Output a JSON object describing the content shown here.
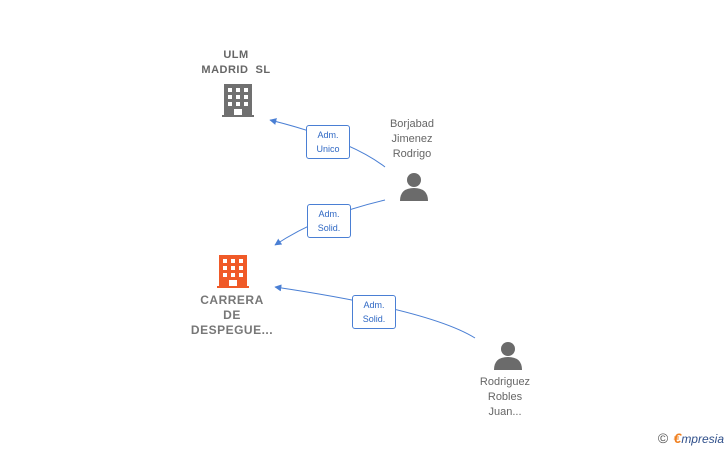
{
  "nodes": {
    "ulm": {
      "label_lines": [
        "ULM",
        "MADRID  SL"
      ],
      "color": "#707070"
    },
    "carrera": {
      "label_lines": [
        "CARRERA",
        "DE",
        "DESPEGUE..."
      ],
      "color": "#f05a28"
    },
    "borjabad": {
      "label_lines": [
        "Borjabad",
        "Jimenez",
        "Rodrigo"
      ],
      "color": "#6b6b6b"
    },
    "rodriguez": {
      "label_lines": [
        "Rodriguez",
        "Robles",
        "Juan..."
      ],
      "color": "#6b6b6b"
    }
  },
  "edges": [
    {
      "label_lines": [
        "Adm.",
        "Unico"
      ]
    },
    {
      "label_lines": [
        "Adm.",
        "Solid."
      ]
    },
    {
      "label_lines": [
        "Adm.",
        "Solid."
      ]
    }
  ],
  "colors": {
    "edge": "#4a7fd4",
    "edge_text": "#2f68c4"
  },
  "watermark": {
    "copyright": "©",
    "brand_initial": "€",
    "brand_rest": "mpresia"
  }
}
